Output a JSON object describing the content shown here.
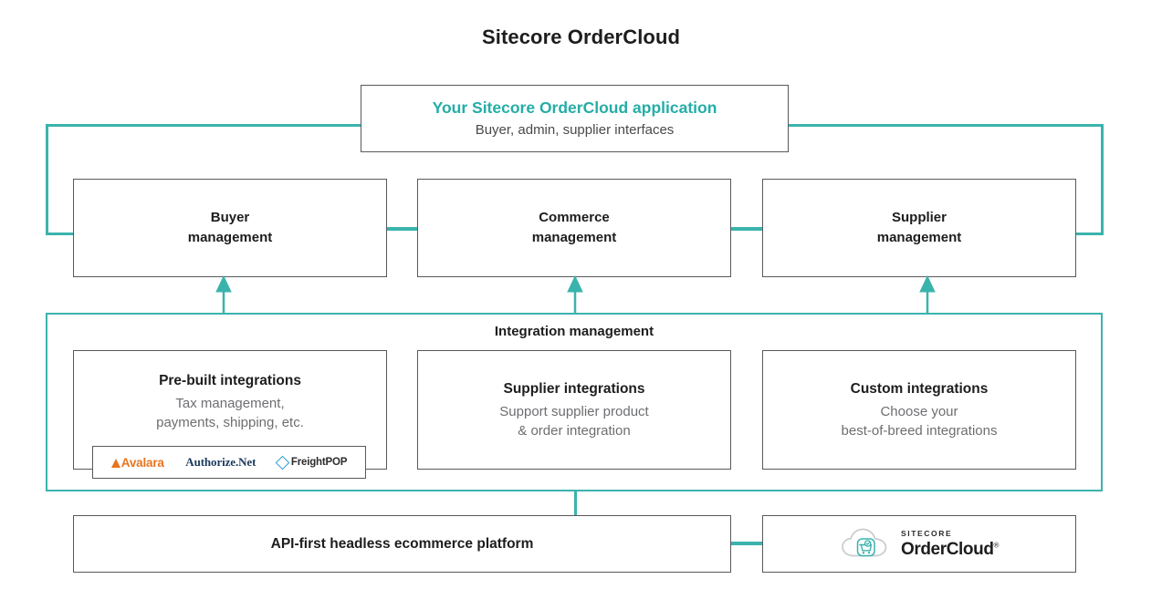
{
  "title": "Sitecore OrderCloud",
  "colors": {
    "teal": "#3bb3ad",
    "teal_text": "#25ada6",
    "box_border": "#58595b",
    "body_text": "#1d1d1d",
    "muted_text": "#6d6e71",
    "avalara_orange": "#e8741e",
    "authorize_navy": "#1b3a5c",
    "freightpop_blue": "#2b9ad6"
  },
  "application": {
    "title": "Your Sitecore OrderCloud application",
    "subtitle": "Buyer, admin, supplier interfaces"
  },
  "management": [
    {
      "line1": "Buyer",
      "line2": "management"
    },
    {
      "line1": "Commerce",
      "line2": "management"
    },
    {
      "line1": "Supplier",
      "line2": "management"
    }
  ],
  "integration": {
    "heading": "Integration management",
    "cards": [
      {
        "title": "Pre-built integrations",
        "desc_line1": "Tax management,",
        "desc_line2": "payments, shipping, etc.",
        "partners": [
          {
            "name": "Avalara",
            "icon": "avalara-logo"
          },
          {
            "name": "Authorize.Net",
            "icon": "authorize-net-logo"
          },
          {
            "name": "FreightPOP",
            "icon": "freightpop-logo"
          }
        ]
      },
      {
        "title": "Supplier integrations",
        "desc_line1": "Support supplier product",
        "desc_line2": "& order integration"
      },
      {
        "title": "Custom integrations",
        "desc_line1": "Choose your",
        "desc_line2": "best-of-breed integrations"
      }
    ]
  },
  "platform": {
    "label": "API-first headless ecommerce platform"
  },
  "brand": {
    "eyebrow": "SITECORE",
    "name": "OrderCloud",
    "registered": "®",
    "icon": "sitecore-ordercloud-cloud-cart-logo"
  }
}
